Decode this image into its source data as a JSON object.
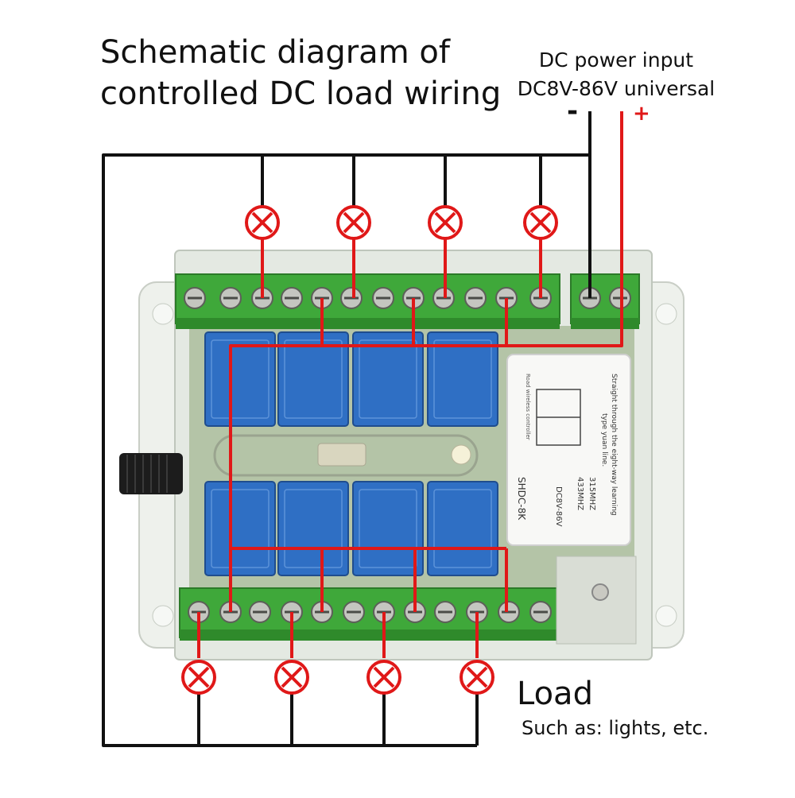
{
  "title": {
    "line1": "Schematic diagram of",
    "line2": "controlled DC load wiring"
  },
  "power": {
    "line1": "DC power input",
    "line2": "DC8V-86V universal",
    "minus": "-",
    "plus": "+"
  },
  "load": {
    "title": "Load",
    "subtitle": "Such as: lights, etc."
  },
  "board_label": {
    "model": "SHDC-8K",
    "text1": "Straight through the eight-way learning",
    "text2": "type yuan line.",
    "freq1": "315MHZ",
    "freq2": "433MHZ",
    "voltage": "DC8V-86V",
    "footer": "Road wireless controller"
  },
  "colors": {
    "wire_black": "#111111",
    "wire_red": "#e01818",
    "terminal_green": "#3fa83a",
    "relay_blue": "#2f6fc4",
    "enclosure": "#e6ebe4"
  }
}
